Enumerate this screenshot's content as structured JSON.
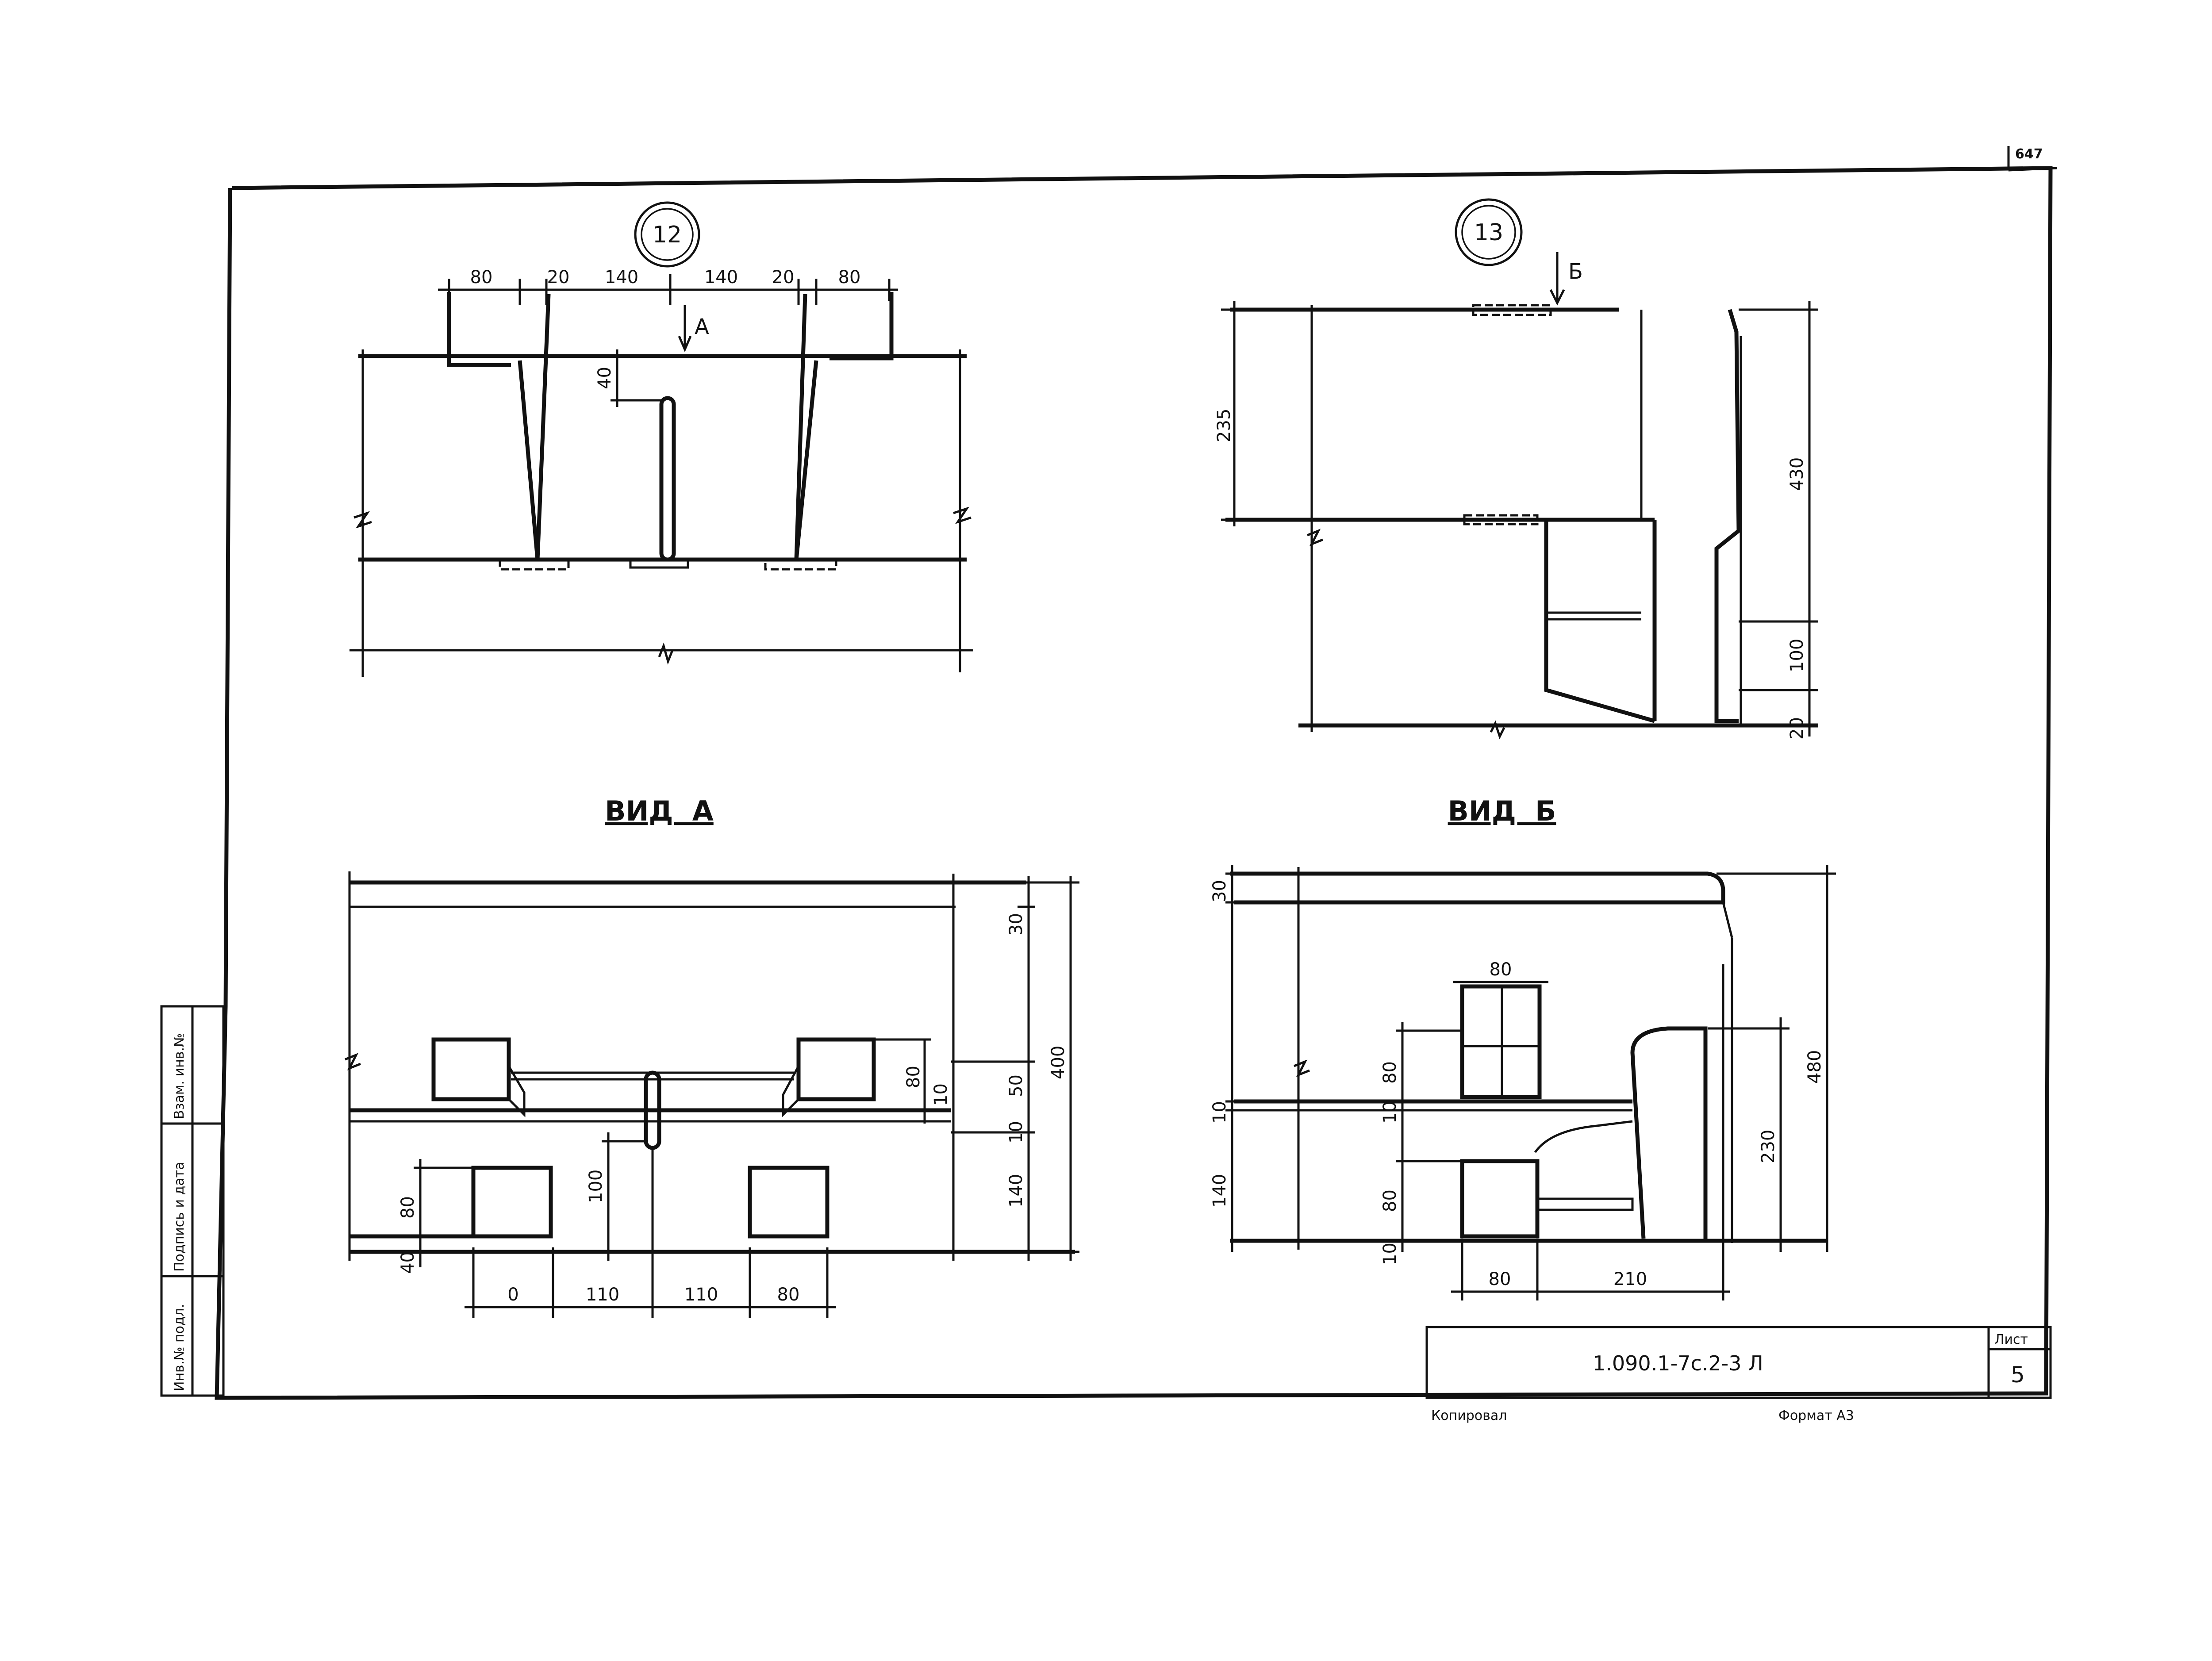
{
  "sheet": {
    "top_right_mark": "647",
    "footer_left": "Копировал",
    "footer_right": "Формат А3"
  },
  "title_block": {
    "code": "1.090.1-7с.2-3 Л",
    "sheet_label": "Лист",
    "sheet_number": "5"
  },
  "side_stamp": {
    "cells": [
      "Инв.№ подл.",
      "Подпись и дата",
      "Взам. инв.№"
    ]
  },
  "node12": {
    "label": "12",
    "arrow": "А",
    "top_dims": [
      "80",
      "20",
      "140",
      "140",
      "20",
      "80"
    ],
    "dim_40": "40"
  },
  "node13": {
    "label": "13",
    "arrow": "Б",
    "dim_235": "235",
    "dim_430": "430",
    "dim_100": "100",
    "dim_20": "20"
  },
  "view_a": {
    "title": "ВИД  А",
    "right_dims": [
      "30",
      "80",
      "10",
      "50",
      "400",
      "10",
      "140"
    ],
    "left_dims": [
      "80",
      "40"
    ],
    "dim_100": "100",
    "bottom_dims": [
      "0",
      "110",
      "110",
      "80"
    ]
  },
  "view_b": {
    "title": "ВИД  Б",
    "left_dims": [
      "30",
      "10",
      "140",
      "10"
    ],
    "dims_inner": [
      "80",
      "80",
      "10",
      "80"
    ],
    "dim_230": "230",
    "dim_480": "480",
    "bottom_dims": [
      "80",
      "210"
    ]
  }
}
